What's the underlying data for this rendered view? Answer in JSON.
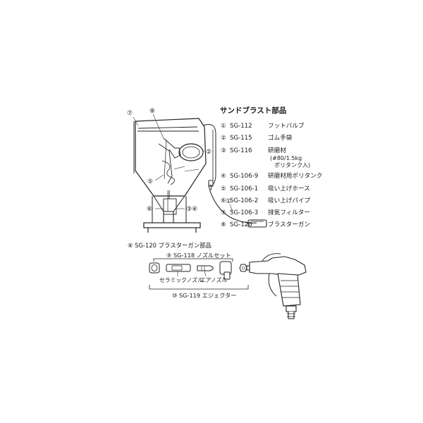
{
  "sandblast_title": "サンドブラスト部品",
  "parts": [
    {
      "num": "①",
      "code": "SG-112",
      "name": "フットバルブ"
    },
    {
      "num": "②",
      "code": "SG-115",
      "name": "ゴム手袋"
    },
    {
      "num": "③",
      "code": "SG-116",
      "name": "研磨材",
      "note1": "(#80/1.5kg",
      "note2": "ポリタンク入)"
    },
    {
      "num": "④",
      "code": "SG-106-9",
      "name": "研磨材用ポリタンク"
    },
    {
      "num": "⑤",
      "code": "SG-106-1",
      "name": "吸い上げホース"
    },
    {
      "num": "⑥",
      "code": "SG-106-2",
      "name": "吸い上げパイプ"
    },
    {
      "num": "⑦",
      "code": "SG-106-3",
      "name": "排気フィルター"
    },
    {
      "num": "⑧",
      "code": "SG-120",
      "name": "ブラスターガン"
    }
  ],
  "callouts": {
    "c7": "⑦",
    "c8": "⑧",
    "c2": "②",
    "c5": "⑤",
    "c6": "⑥",
    "c34": "③④",
    "c1": "①"
  },
  "gun_section": {
    "title": "⑧ SG-120 ブラスターガン部品",
    "nozzle_set": "⑨ SG-118 ノズルセット",
    "ceramic_nozzle": "セラミックノズル",
    "air_nozzle": "エアノズル",
    "ejector": "⑩ SG-119 エジェクター"
  }
}
